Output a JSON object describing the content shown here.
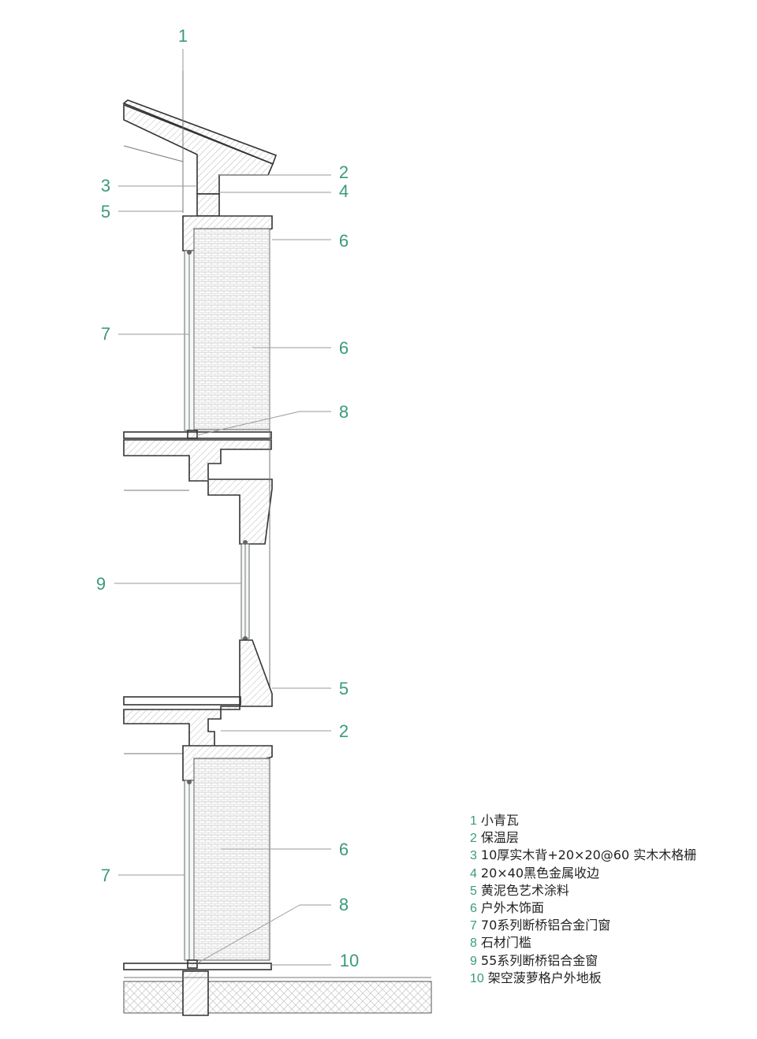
{
  "colors": {
    "accent": "#3a9a7c",
    "line": "#333333",
    "leader": "#9a9a9a"
  },
  "callouts": [
    {
      "num": "1"
    },
    {
      "num": "2"
    },
    {
      "num": "3"
    },
    {
      "num": "4"
    },
    {
      "num": "5"
    },
    {
      "num": "6"
    },
    {
      "num": "7"
    },
    {
      "num": "6"
    },
    {
      "num": "8"
    },
    {
      "num": "9"
    },
    {
      "num": "5"
    },
    {
      "num": "2"
    },
    {
      "num": "7"
    },
    {
      "num": "6"
    },
    {
      "num": "8"
    },
    {
      "num": "10"
    }
  ],
  "legend": [
    {
      "num": "1",
      "text": "小青瓦"
    },
    {
      "num": "2",
      "text": "保温层"
    },
    {
      "num": "3",
      "text": "10厚实木背+20×20@60 实木木格栅"
    },
    {
      "num": "4",
      "text": "20×40黑色金属收边"
    },
    {
      "num": "5",
      "text": "黄泥色艺术涂料"
    },
    {
      "num": "6",
      "text": "户外木饰面"
    },
    {
      "num": "7",
      "text": "70系列断桥铝合金门窗"
    },
    {
      "num": "8",
      "text": "石材门槛"
    },
    {
      "num": "9",
      "text": "55系列断桥铝合金窗"
    },
    {
      "num": "10",
      "text": "架空菠萝格户外地板"
    }
  ]
}
